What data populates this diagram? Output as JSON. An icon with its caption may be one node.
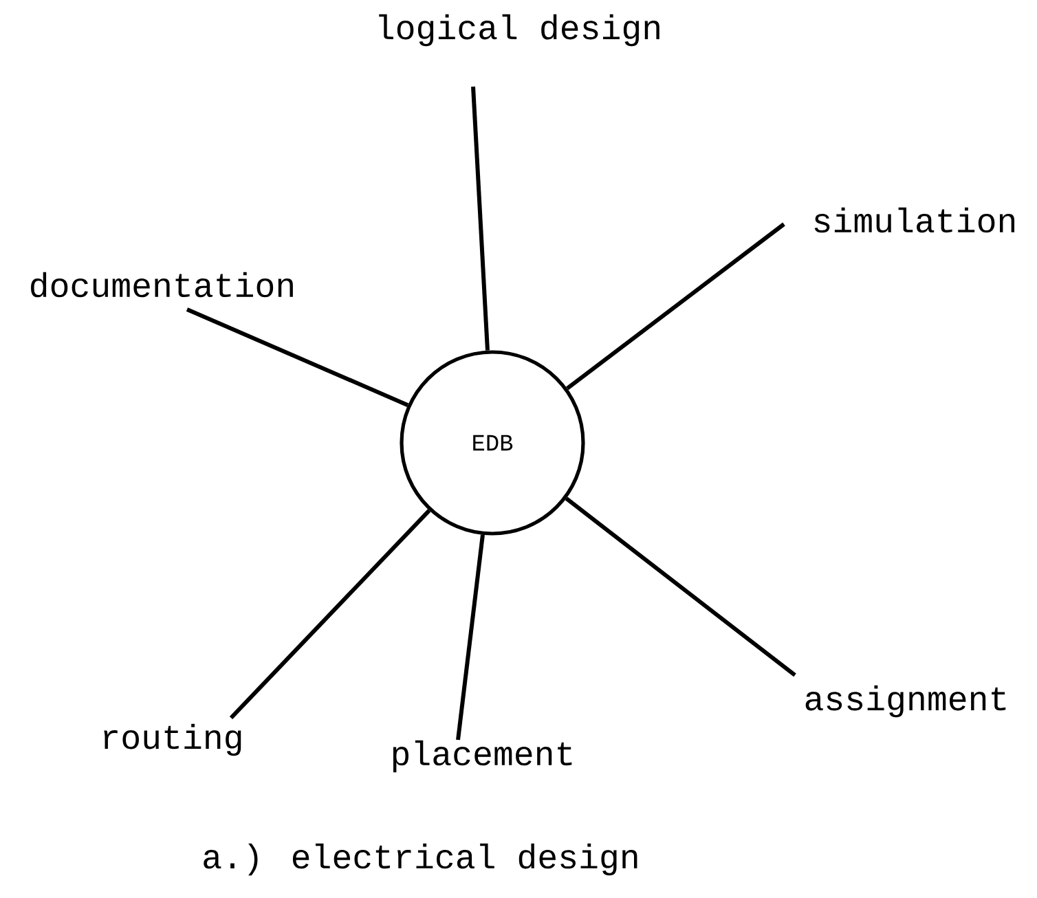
{
  "diagram": {
    "caption": "a.) electrical design",
    "nodes": [
      {
        "text": [
          "logical design"
        ]
      },
      {
        "text": [
          "simulation"
        ]
      },
      {
        "text": [
          "documentation"
        ]
      },
      {
        "text": [
          "EDB"
        ]
      },
      {
        "text": [
          "assignment"
        ]
      },
      {
        "text": [
          "routing"
        ]
      },
      {
        "text": [
          "placement"
        ]
      }
    ],
    "edges": [
      {
        "from": 3,
        "to": 0,
        "arrow": "none"
      },
      {
        "from": 3,
        "to": 1,
        "arrow": "none"
      },
      {
        "from": 3,
        "to": 2,
        "arrow": "none"
      },
      {
        "from": 3,
        "to": 4,
        "arrow": "none"
      },
      {
        "from": 3,
        "to": 6,
        "arrow": "none"
      },
      {
        "from": 3,
        "to": 5,
        "arrow": "none"
      }
    ]
  }
}
